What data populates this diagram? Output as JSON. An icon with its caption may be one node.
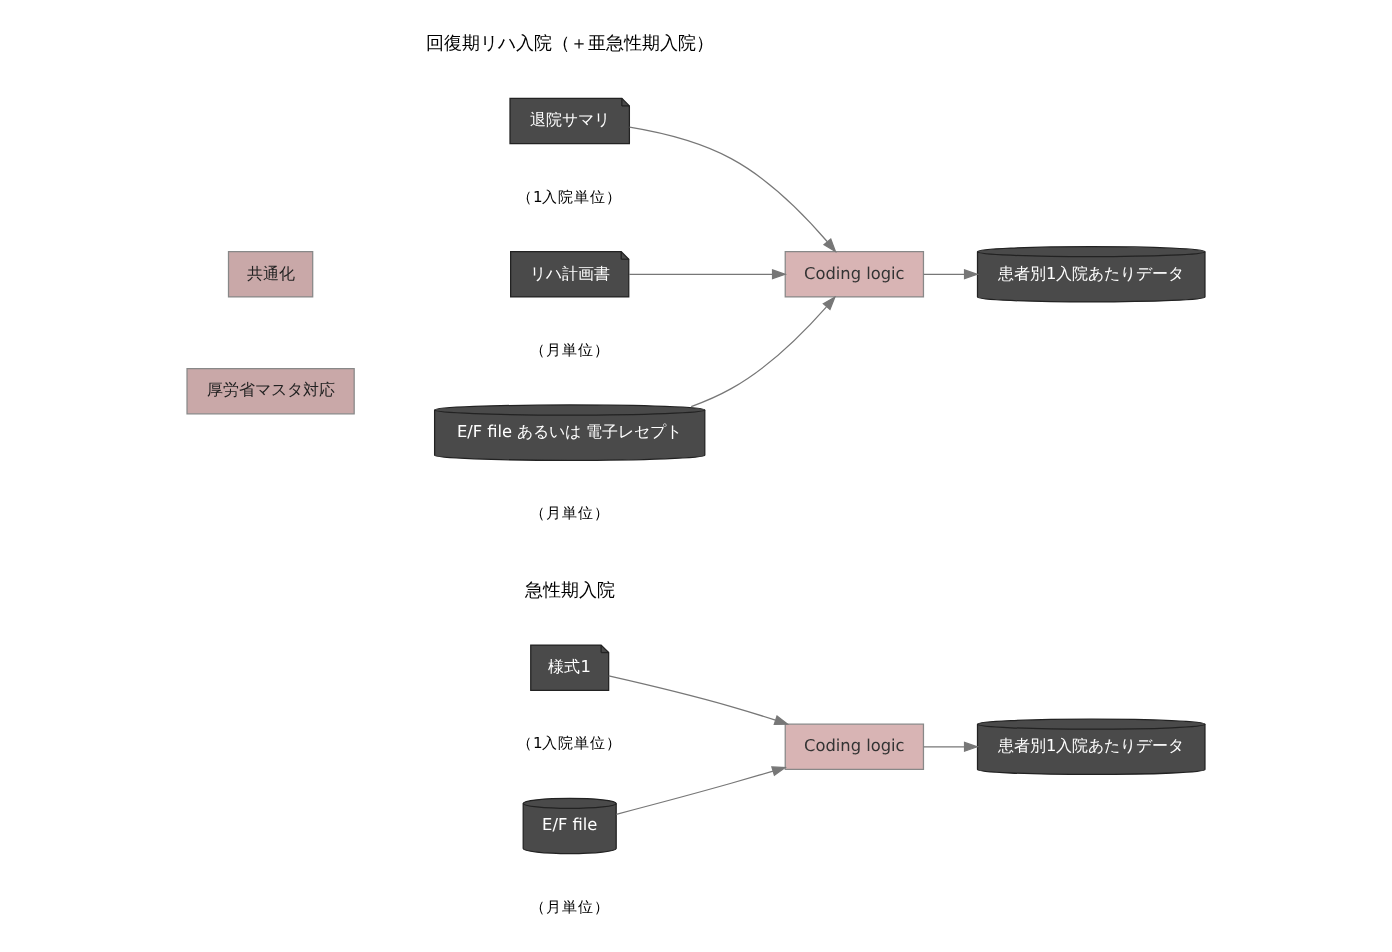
{
  "diagram": {
    "nodes": [
      {
        "text": [
          "退院サマリ"
        ],
        "beside": [
          "（1入院単位）"
        ]
      },
      {
        "text": [
          "リハ計画書"
        ],
        "beside": [
          "（月単位）"
        ]
      },
      {
        "text": [
          "E/F file あるいは 電子レセプト"
        ],
        "beside": [
          "（月単位）"
        ]
      },
      {
        "text": [
          "Coding logic"
        ]
      },
      {
        "text": [
          "患者別1入院あたりデータ"
        ]
      },
      {
        "text": [
          "共通化"
        ]
      },
      {
        "text": [
          "厚労省マスタ対応"
        ]
      },
      {
        "text": [
          "様式1"
        ],
        "beside": [
          "（1入院単位）"
        ]
      },
      {
        "text": [
          "E/F file"
        ],
        "beside": [
          "（月単位）"
        ]
      },
      {
        "text": [
          "Coding logic"
        ]
      },
      {
        "text": [
          "患者別1入院あたりデータ"
        ]
      }
    ],
    "edges": [
      {
        "from": 0,
        "to": 3,
        "arrow": "to"
      },
      {
        "from": 1,
        "to": 3,
        "arrow": "to"
      },
      {
        "from": 2,
        "to": 3,
        "arrow": "to"
      },
      {
        "from": 3,
        "to": 4,
        "arrow": "to"
      },
      {
        "from": 7,
        "to": 9,
        "arrow": "to"
      },
      {
        "from": 8,
        "to": 9,
        "arrow": "to"
      },
      {
        "from": 9,
        "to": 10,
        "arrow": "to"
      }
    ],
    "labels": [
      "回復期リハ入院（＋亜急性期入院）",
      "急性期入院"
    ]
  }
}
